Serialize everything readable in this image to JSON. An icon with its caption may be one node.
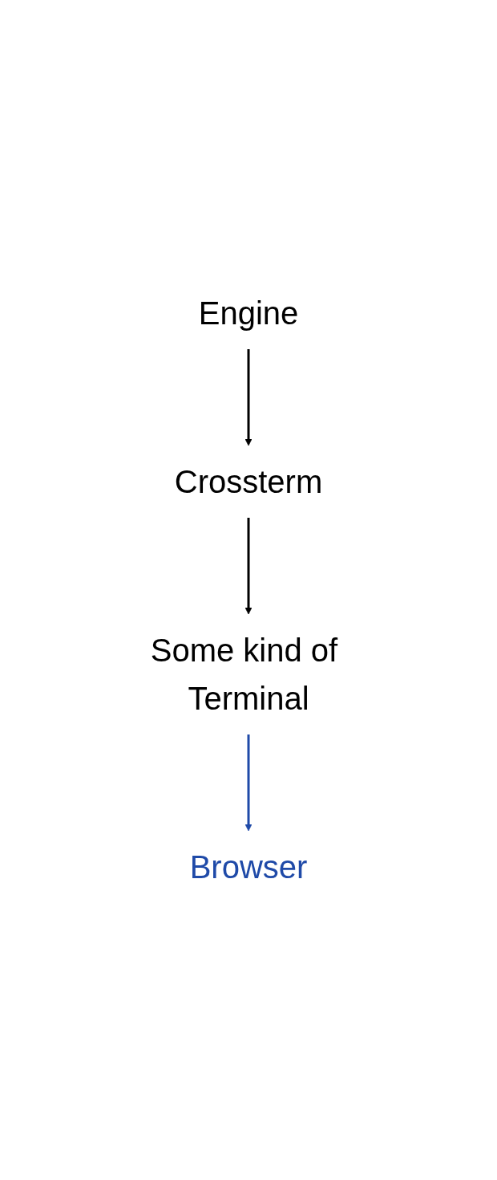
{
  "diagram": {
    "nodes": [
      {
        "text": [
          "Engine"
        ]
      },
      {
        "text": [
          "Crossterm"
        ]
      },
      {
        "text": [
          "Some kind of Terminal"
        ]
      },
      {
        "text": [
          "Browser"
        ]
      }
    ],
    "edges": [
      {
        "from": 0,
        "to": 1,
        "arrow": "to"
      },
      {
        "from": 1,
        "to": 2,
        "arrow": "to"
      },
      {
        "from": 2,
        "to": 3,
        "arrow": "to",
        "color": "#1f4aa8"
      }
    ]
  }
}
